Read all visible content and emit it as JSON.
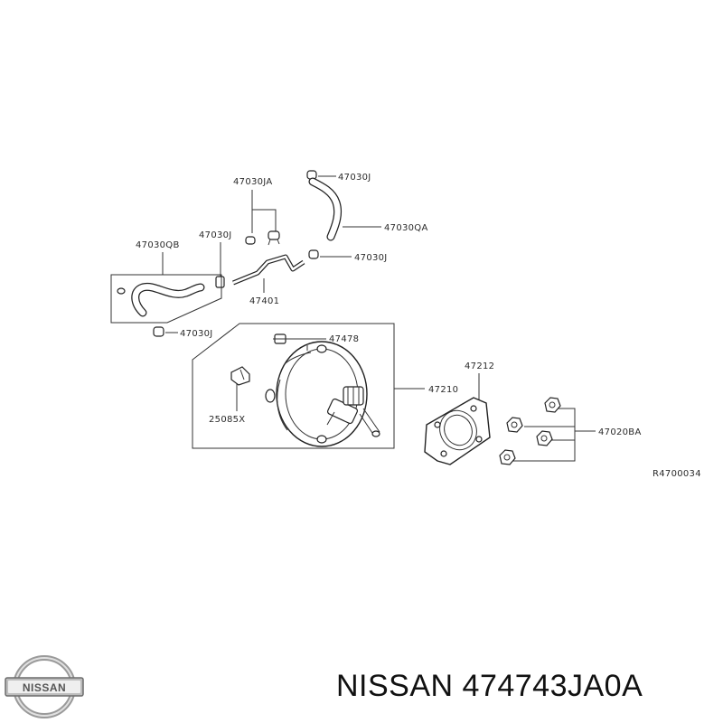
{
  "diagram": {
    "labels": {
      "p47030JA": "47030JA",
      "p47030J_top": "47030J",
      "p47030J_mid": "47030J",
      "p47030QA": "47030QA",
      "p47030QB": "47030QB",
      "p47030J_right": "47030J",
      "p47401": "47401",
      "p47030J_low": "47030J",
      "p47478": "47478",
      "p47212": "47212",
      "p47210": "47210",
      "p25085X": "25085X",
      "p47020BA": "47020BA",
      "ref": "R4700034"
    }
  },
  "footer": {
    "brand": "NISSAN",
    "part_number_text": "NISSAN 474743JA0A"
  }
}
